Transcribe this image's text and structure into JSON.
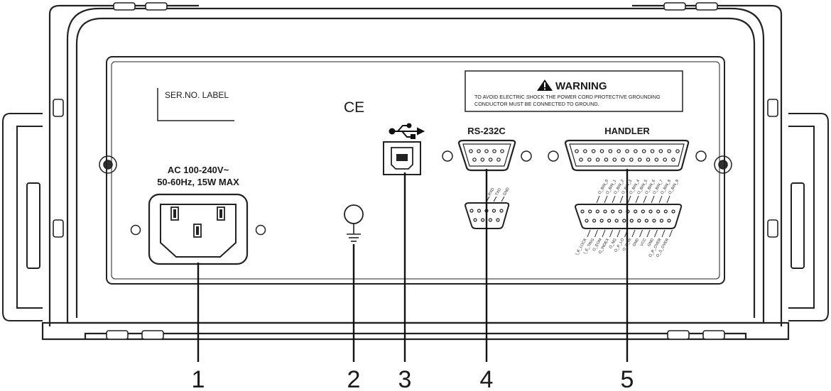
{
  "panel": {
    "serial_label": "SER.NO. LABEL",
    "ce_mark": "CE",
    "power_rating_line1": "AC 100-240V~",
    "power_rating_line2": "50-60Hz, 15W MAX"
  },
  "warning": {
    "title": "WARNING",
    "text_line1": "TO AVOID ELECTRIC SHOCK THE POWER CORD PROTECTIVE GROUNDING",
    "text_line2": "CONDUCTOR MUST BE CONNECTED TO GROUND."
  },
  "ports": {
    "rs232_title": "RS-232C",
    "handler_title": "HANDLER",
    "rs232_pins": [
      "RXD",
      "TXD",
      "GND"
    ],
    "handler_top_pins": [
      "O_BIN_0",
      "O_BIN_1",
      "O_BIN_2",
      "O_BIN_3",
      "O_BIN_4",
      "O_BIN_5",
      "O_BIN_6",
      "O_BIN_7",
      "O_BIN_8",
      "O_BIN_9"
    ],
    "handler_bottom_pins": [
      "I_K_LOCK",
      "I_E_TRIG",
      "O_EOM",
      "O_INDEX",
      "O_NG",
      "O_P_LO",
      "O_P_HI",
      "GND",
      "VCC",
      "GND",
      "O_P_OVER",
      "O_S_OVER"
    ]
  },
  "callouts": [
    "1",
    "2",
    "3",
    "4",
    "5"
  ],
  "icons": {
    "usb": "usb-icon",
    "ground": "ground-terminal-icon",
    "warning": "warning-triangle-icon"
  }
}
